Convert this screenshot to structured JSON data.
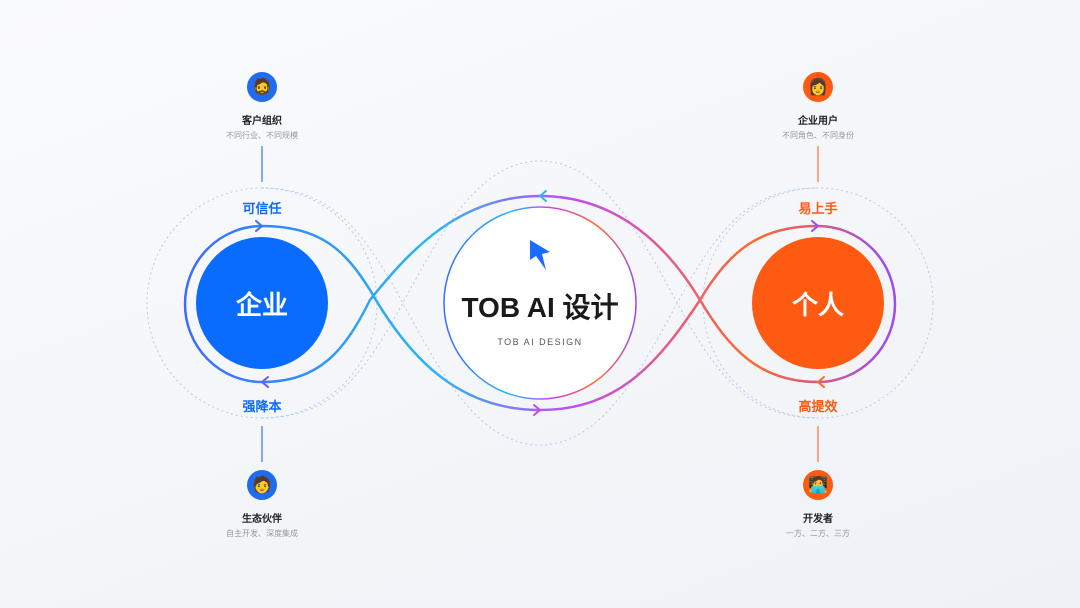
{
  "center": {
    "title": "TOB AI 设计",
    "subtitle": "TOB AI DESIGN"
  },
  "left": {
    "circle": "企业",
    "top_label": "可信任",
    "bottom_label": "强降本",
    "color": "#0a6cff",
    "top_node": {
      "title": "客户组织",
      "subtitle": "不同行业、不同规模"
    },
    "bottom_node": {
      "title": "生态伙伴",
      "subtitle": "自主开发、深度集成"
    }
  },
  "right": {
    "circle": "个人",
    "top_label": "易上手",
    "bottom_label": "高提效",
    "color": "#ff5a12",
    "top_node": {
      "title": "企业用户",
      "subtitle": "不同角色、不同身份"
    },
    "bottom_node": {
      "title": "开发者",
      "subtitle": "一方、二方、三方"
    }
  }
}
